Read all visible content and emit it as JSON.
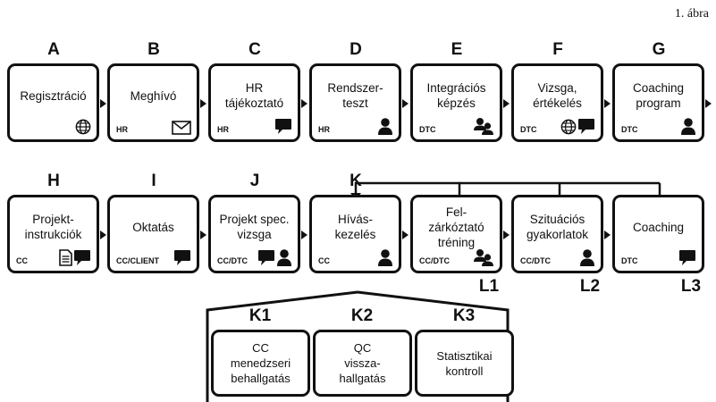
{
  "figure_label": "1. ábra",
  "steps": [
    {
      "letter": "A",
      "label": "Regisztráció",
      "tag": "",
      "icons": [
        "globe-icon"
      ]
    },
    {
      "letter": "B",
      "label": "Meghívó",
      "tag": "HR",
      "icons": [
        "envelope-icon"
      ]
    },
    {
      "letter": "C",
      "label": "HR\ntájékoztató",
      "tag": "HR",
      "icons": [
        "speech-bubble-icon"
      ]
    },
    {
      "letter": "D",
      "label": "Rendszer-\nteszt",
      "tag": "HR",
      "icons": [
        "person-icon"
      ]
    },
    {
      "letter": "E",
      "label": "Integrációs\nképzés",
      "tag": "DTC",
      "icons": [
        "group-icon"
      ]
    },
    {
      "letter": "F",
      "label": "Vizsga,\nértékelés",
      "tag": "DTC",
      "icons": [
        "globe-icon",
        "speech-bubble-icon"
      ]
    },
    {
      "letter": "G",
      "label": "Coaching\nprogram",
      "tag": "DTC",
      "icons": [
        "person-icon"
      ]
    },
    {
      "letter": "H",
      "label": "Projekt-\ninstrukciók",
      "tag": "CC",
      "icons": [
        "document-icon",
        "speech-bubble-icon"
      ]
    },
    {
      "letter": "I",
      "label": "Oktatás",
      "tag": "CC/CLIENT",
      "icons": [
        "speech-bubble-icon"
      ]
    },
    {
      "letter": "J",
      "label": "Projekt spec.\nvizsga",
      "tag": "CC/DTC",
      "icons": [
        "speech-bubble-icon",
        "person-icon"
      ]
    },
    {
      "letter": "K",
      "label": "Hívás-\nkezelés",
      "tag": "CC",
      "icons": [
        "person-icon"
      ]
    },
    {
      "letter": "L1",
      "label": "Fel-\nzárkóztató\ntréning",
      "tag": "CC/DTC",
      "icons": [
        "group-icon"
      ]
    },
    {
      "letter": "L2",
      "label": "Szituációs\ngyakorlatok",
      "tag": "CC/DTC",
      "icons": [
        "person-icon"
      ]
    },
    {
      "letter": "L3",
      "label": "Coaching",
      "tag": "DTC",
      "icons": [
        "speech-bubble-icon"
      ]
    }
  ],
  "sub_steps": [
    {
      "letter": "K1",
      "label": "CC\nmenedzseri\nbehallgatás"
    },
    {
      "letter": "K2",
      "label": "QC\nvissza-\nhallgatás"
    },
    {
      "letter": "K3",
      "label": "Statisztikai\nkontroll"
    }
  ]
}
